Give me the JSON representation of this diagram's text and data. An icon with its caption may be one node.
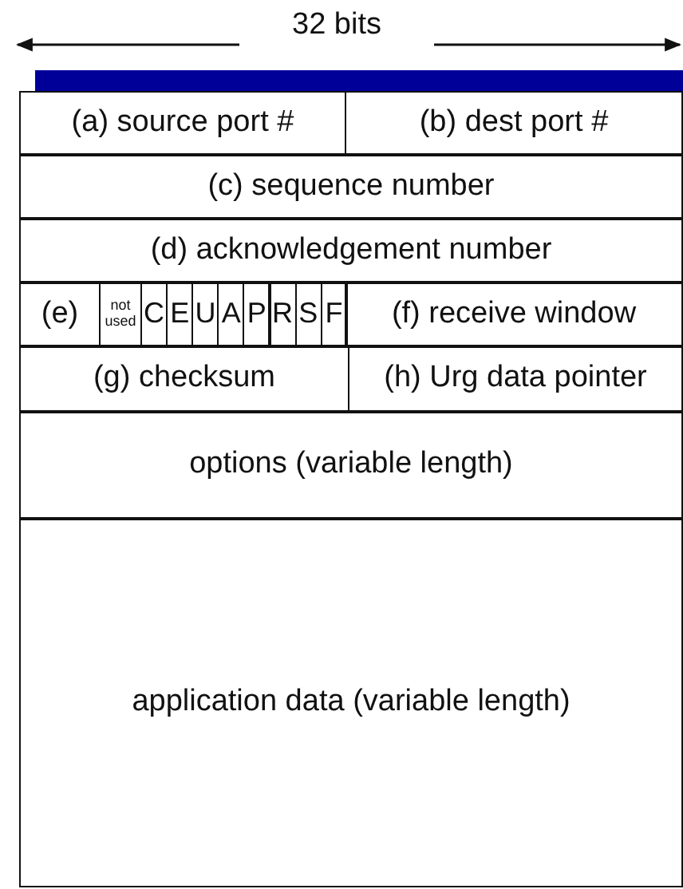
{
  "diagram": {
    "labels": [
      "32 bits",
      "(a) source port #",
      "(b) dest port #",
      "(c) sequence number",
      "(d) acknowledgement number",
      "(e)",
      "not used",
      "C",
      "E",
      "U",
      "A",
      "P",
      "R",
      "S",
      "F",
      "(f) receive window",
      "(g) checksum",
      "(h) Urg data pointer",
      "options (variable length)",
      "application data (variable length)"
    ]
  }
}
